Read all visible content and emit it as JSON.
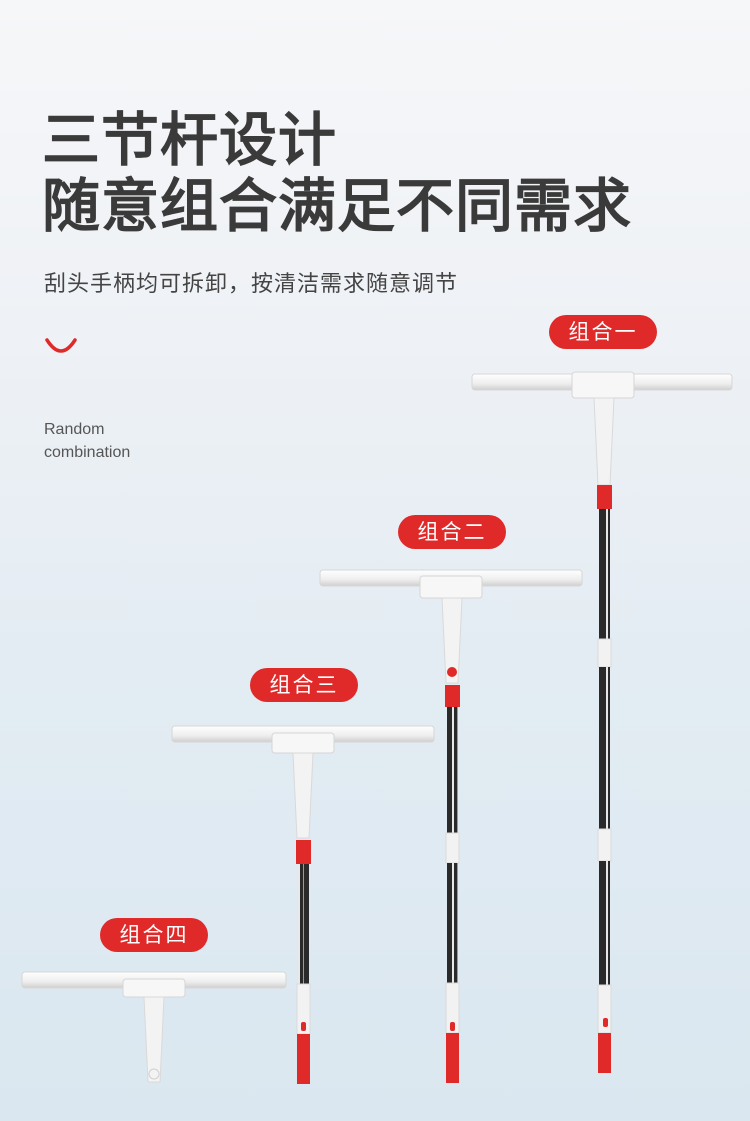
{
  "heading": {
    "line1": "三节杆设计",
    "line2": "随意组合满足不同需求",
    "subtitle": "刮头手柄均可拆卸，按清洁需求随意调节",
    "english_line1": "Random",
    "english_line2": "combination"
  },
  "combinations": [
    {
      "label": "组合一"
    },
    {
      "label": "组合二"
    },
    {
      "label": "组合三"
    },
    {
      "label": "组合四"
    }
  ],
  "colors": {
    "accent": "#e02a2a",
    "title": "#3a3a3a",
    "blade": "#f2f2f2",
    "pole_dark": "#2a2a2a"
  },
  "icons": [
    "smile-arc-icon",
    "squeegee-tool-icon"
  ]
}
